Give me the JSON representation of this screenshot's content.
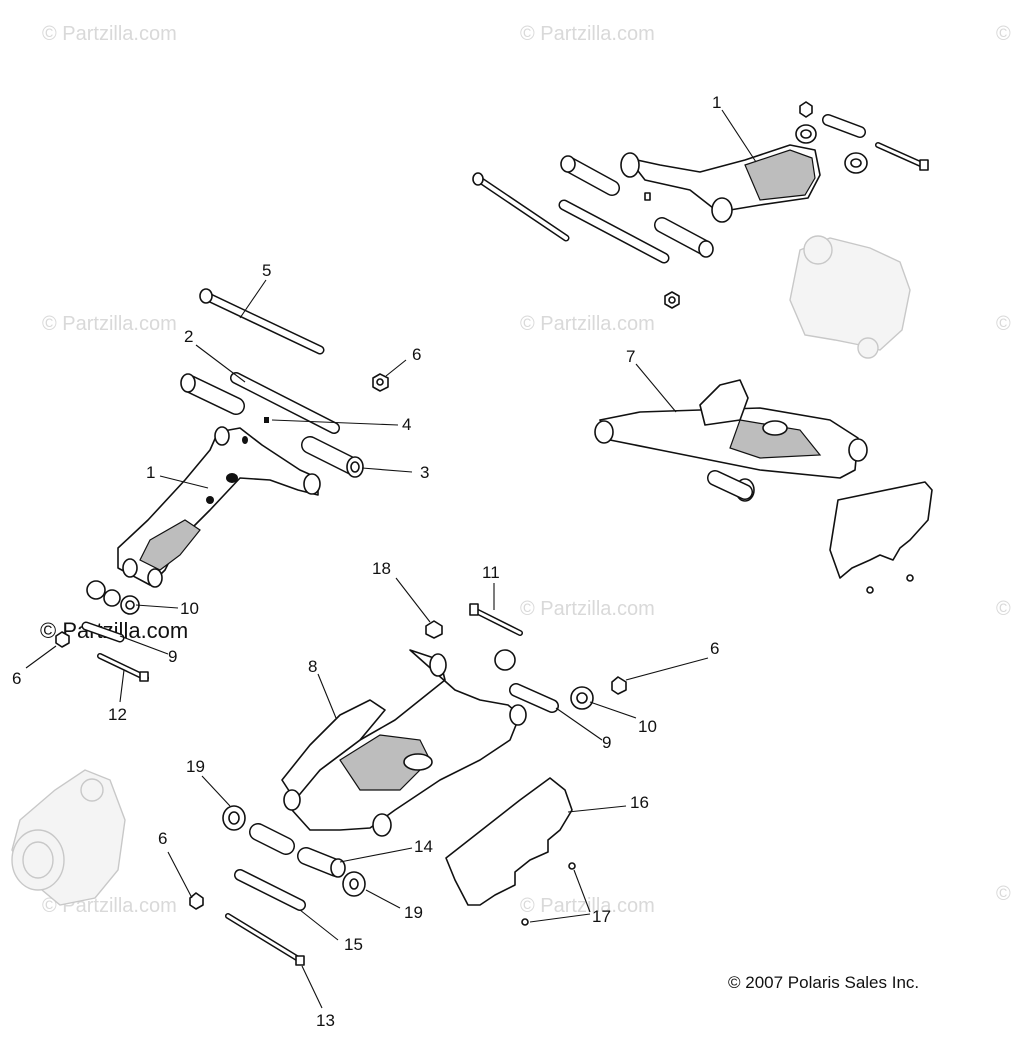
{
  "watermark": {
    "text": "© Partzilla.com",
    "symbol": "©"
  },
  "copyright": "© 2007 Polaris Sales Inc.",
  "callouts": {
    "c1a": "1",
    "c1b": "1",
    "c2": "2",
    "c3": "3",
    "c4": "4",
    "c5": "5",
    "c6a": "6",
    "c6b": "6",
    "c6c": "6",
    "c6d": "6",
    "c7": "7",
    "c8": "8",
    "c9a": "9",
    "c9b": "9",
    "c10a": "10",
    "c10b": "10",
    "c11": "11",
    "c12": "12",
    "c13": "13",
    "c14": "14",
    "c15": "15",
    "c16": "16",
    "c17": "17",
    "c18": "18",
    "c19a": "19",
    "c19b": "19"
  },
  "colors": {
    "line": "#111111",
    "shade": "#bdbdbd",
    "watermark": "#d9d9d9",
    "ghost": "#c8c8c8"
  }
}
